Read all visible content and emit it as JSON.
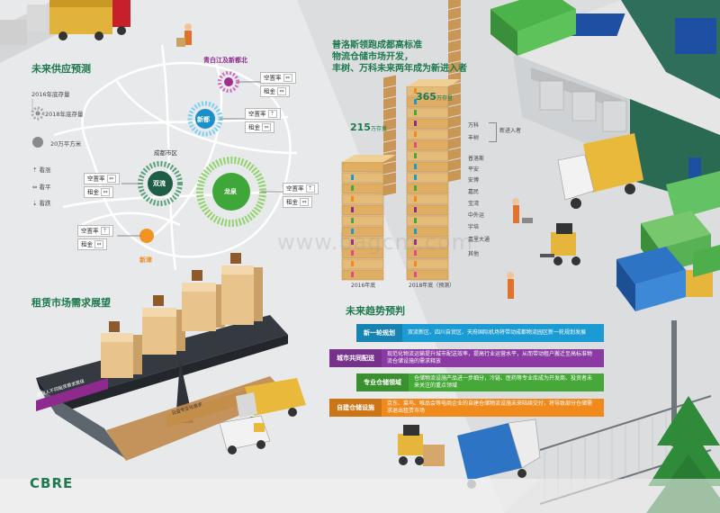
{
  "left": {
    "supply_title": "未来供应预测",
    "legend": {
      "y2016": "2016年底存量",
      "y2018": "2018年底存量",
      "unit": "20万平方米",
      "up": "看涨",
      "flat": "看平",
      "down": "看跌"
    },
    "center_label": "成都市区",
    "nodes": {
      "qbj": "青白江及新都北",
      "xindu": "新都",
      "shuangliu": "双流",
      "longquan": "龙泉",
      "xinjin": "新津"
    },
    "vacancy": "空置率",
    "rent": "租金",
    "rental_title": "租赁市场需求展望",
    "belt_left": "承租人不同租赁需求层级",
    "belt_right": "日益专业化需求"
  },
  "right": {
    "headline": [
      "普洛斯领跑成都高标准",
      "物流仓储市场开发，",
      "丰树、万科未来两年成为新进入者"
    ],
    "stock_2016_value": "215",
    "stock_2018_value": "365",
    "stock_unit": "万存量",
    "x_label_2016": "2016年底",
    "x_label_2018": "2018年底（预测）",
    "new_entrant": "新进入者",
    "developers": [
      "万科",
      "丰树",
      "普洛斯",
      "平安",
      "安博",
      "嘉民",
      "宝湾",
      "中外运",
      "宇培",
      "嘉里大通",
      "其他"
    ],
    "trends_title": "未来趋势预判",
    "trends": [
      {
        "tag": "新一轮规划",
        "text": "双流新区、四川自贸区、天府国际机场将带动成都物流园区新一轮规划发展",
        "color": "#1b9bd3"
      },
      {
        "tag": "城市共同配送",
        "text": "现范化物流运输提升城市配送效率，提高行业运营水平，从而带动租户搬迁至高标准物流仓储设施的需求释放",
        "color": "#8b3aa4"
      },
      {
        "tag": "专业仓储领域",
        "text": "仓储物流设施产品进一步细分，冷链、医药等专业库成为开发商、投资者未来关注的重点领域",
        "color": "#45a838"
      },
      {
        "tag": "自建仓储设施",
        "text": "京东、菜鸟、唯品会等电商企业的自建仓储物流设施未来陆续交付，将导致部分仓储需求退出租赁市场",
        "color": "#f08a1c"
      }
    ]
  },
  "brand": {
    "logo": "CBRE"
  },
  "watermark": "www.bagcm.com",
  "colors": {
    "brand_green": "#1e7a4e",
    "purple": "#8e2a8e",
    "gold": "#e1b637"
  }
}
